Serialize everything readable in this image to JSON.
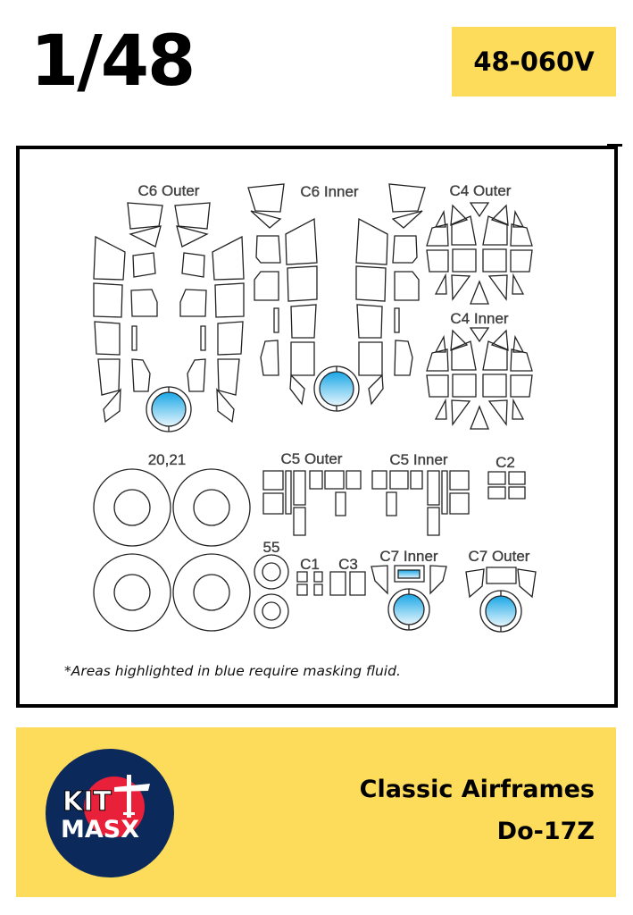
{
  "header": {
    "scale": "1/48",
    "product_code": "48-060V"
  },
  "sheet": {
    "labels": {
      "c6_outer": "C6 Outer",
      "c6_inner": "C6 Inner",
      "c4_outer": "C4 Outer",
      "c4_inner": "C4 Inner",
      "wheels": "20,21",
      "c5_outer": "C5 Outer",
      "c5_inner": "C5 Inner",
      "c2": "C2",
      "p55": "55",
      "c1": "C1",
      "c3": "C3",
      "c7_inner": "C7 Inner",
      "c7_outer": "C7 Outer"
    },
    "note": "*Areas highlighted in blue require masking fluid.",
    "colors": {
      "fluid": "#2fb3ea",
      "outline": "#222222"
    }
  },
  "footer": {
    "brand_line1": "KIT",
    "brand_line2": "MASX",
    "manufacturer": "Classic Airframes",
    "model": "Do-17Z",
    "colors": {
      "yellow": "#fddc5c",
      "navy": "#0b2a5b",
      "red": "#e8203a"
    }
  }
}
